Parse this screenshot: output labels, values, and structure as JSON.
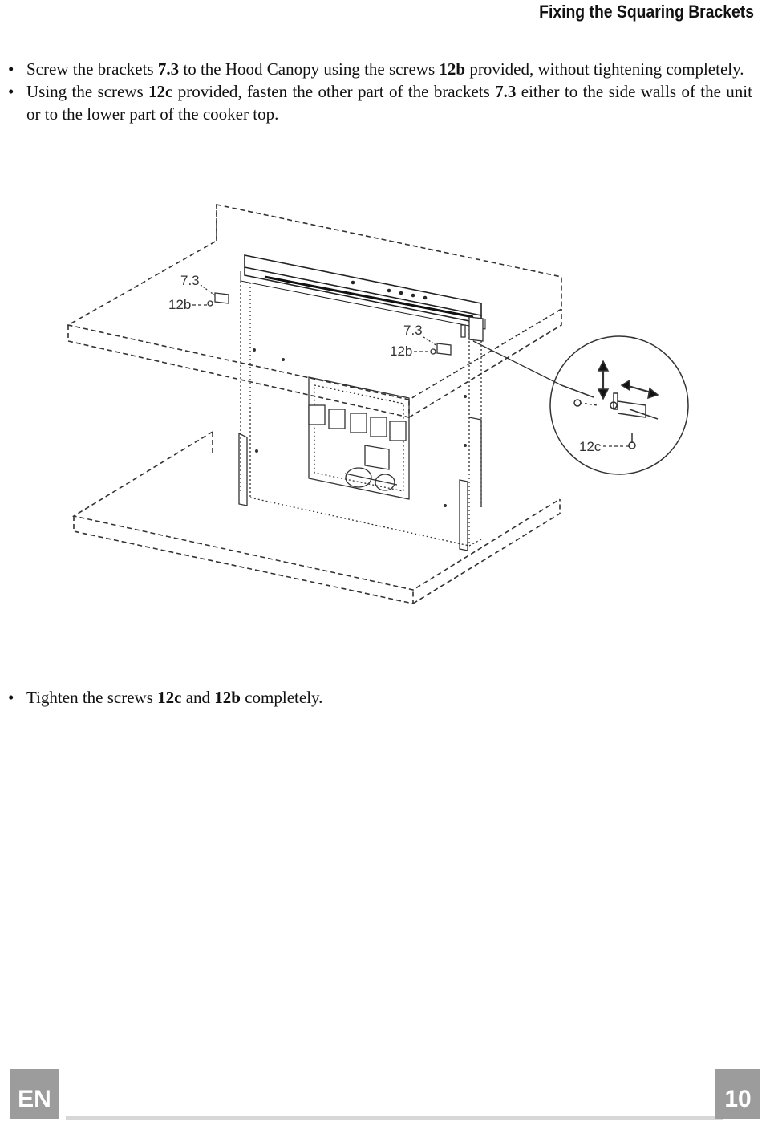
{
  "header": {
    "title": "Fixing the Squaring Brackets"
  },
  "instructions": [
    {
      "segments": [
        "Screw the brackets ",
        "7.3",
        " to the Hood Canopy using the screws ",
        "12b",
        " provided, without tightening completely."
      ]
    },
    {
      "segments": [
        "Using the screws ",
        "12c",
        " provided, fasten the other part of the brackets ",
        "7.3",
        " either to the side walls of the unit or to the lower part of the cooker top."
      ]
    }
  ],
  "final_instruction": {
    "segments": [
      "Tighten the screws ",
      "12c",
      " and ",
      "12b",
      " completely."
    ]
  },
  "figure": {
    "labels": {
      "bracket_left": "7.3",
      "screw_left": "12b",
      "bracket_right": "7.3",
      "screw_right": "12b",
      "screw_detail": "12c"
    }
  },
  "footer": {
    "language": "EN",
    "page_number": "10"
  },
  "bullet_symbol": "•",
  "colors": {
    "footer_gray": "#9c9c9c",
    "footer_line": "#d7d7d7",
    "rule": "#9a9a9a"
  }
}
